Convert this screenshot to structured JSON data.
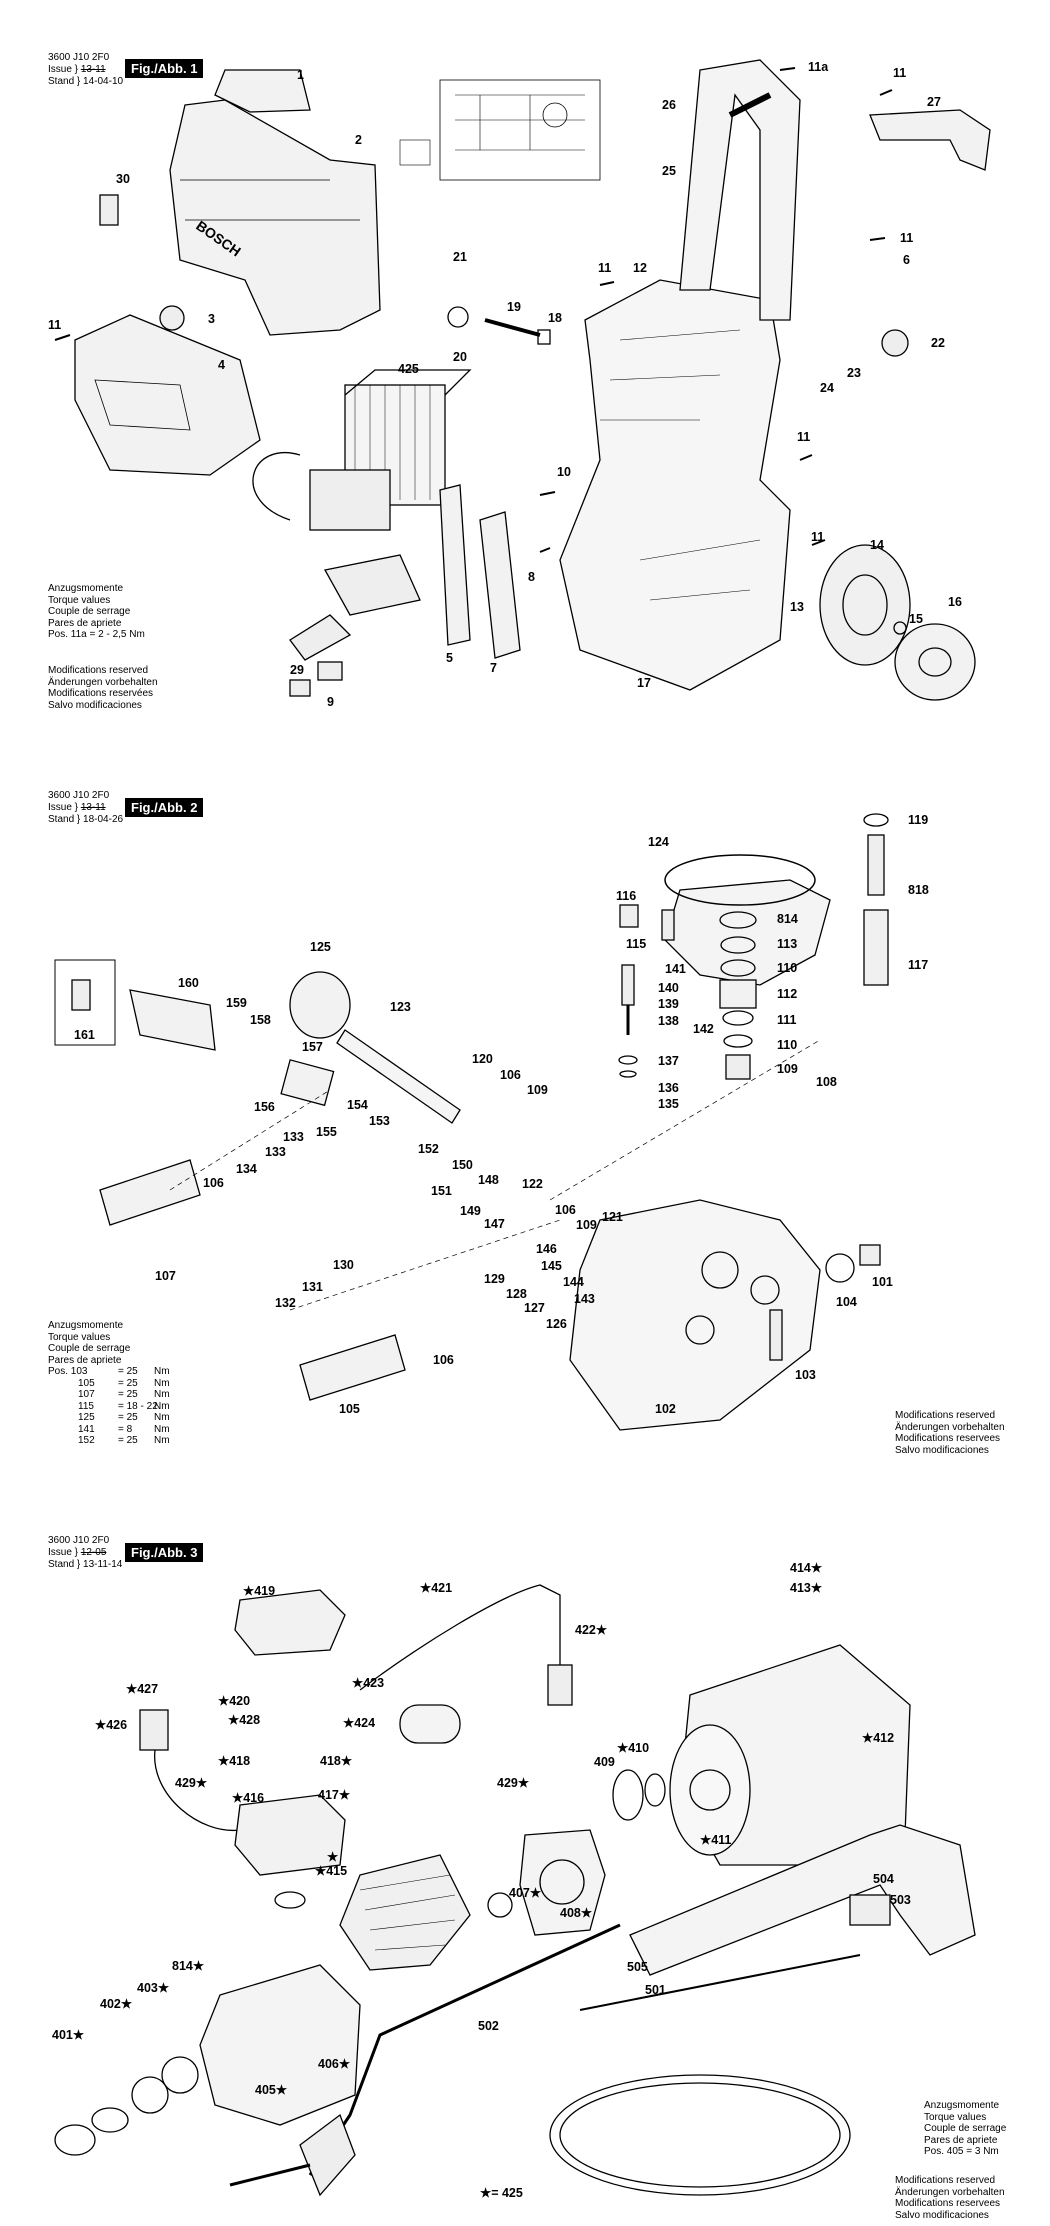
{
  "figure1": {
    "code": "3600 J10 2F0",
    "issue_label": "Issue",
    "issue_value": "13-11",
    "stand_label": "Stand",
    "stand_value": "14-04-10",
    "fig_label": "Fig./Abb. 1",
    "torque_lines": [
      "Anzugsmomente",
      "Torque values",
      "Couple de serrage",
      "Pares de apriete",
      "Pos. 11a = 2 - 2,5 Nm"
    ],
    "mod_lines": [
      "Modifications reserved",
      "Änderungen vorbehalten",
      "Modifications reservées",
      "Salvo modificaciones"
    ],
    "brand_mark": "BOSCH",
    "callouts": [
      "1",
      "2",
      "30",
      "3",
      "11",
      "4",
      "425",
      "21",
      "19",
      "18",
      "20",
      "11",
      "12",
      "11a",
      "11",
      "27",
      "26",
      "25",
      "11",
      "6",
      "22",
      "24",
      "23",
      "11",
      "10",
      "8",
      "5",
      "7",
      "11",
      "14",
      "13",
      "15",
      "16",
      "17",
      "29",
      "9"
    ]
  },
  "figure2": {
    "code": "3600 J10 2F0",
    "issue_label": "Issue",
    "issue_value": "13-11",
    "stand_label": "Stand",
    "stand_value": "18-04-26",
    "fig_label": "Fig./Abb. 2",
    "torque_header": [
      "Anzugsmomente",
      "Torque values",
      "Couple de serrage",
      "Pares de apriete"
    ],
    "torque_rows": [
      {
        "pos": "Pos. 103",
        "val": "= 25",
        "unit": "Nm"
      },
      {
        "pos": "105",
        "val": "= 25",
        "unit": "Nm"
      },
      {
        "pos": "107",
        "val": "= 25",
        "unit": "Nm"
      },
      {
        "pos": "115",
        "val": "= 18 - 22",
        "unit": "Nm"
      },
      {
        "pos": "125",
        "val": "= 25",
        "unit": "Nm"
      },
      {
        "pos": "141",
        "val": "= 8",
        "unit": "Nm"
      },
      {
        "pos": "152",
        "val": "= 25",
        "unit": "Nm"
      }
    ],
    "mod_lines": [
      "Modifications reserved",
      "Änderungen vorbehalten",
      "Modifications reservees",
      "Salvo modificaciones"
    ],
    "callouts": [
      "125",
      "160",
      "159",
      "158",
      "123",
      "161",
      "157",
      "120",
      "106",
      "109",
      "156",
      "154",
      "153",
      "155",
      "152",
      "150",
      "148",
      "151",
      "149",
      "147",
      "122",
      "106",
      "109",
      "121",
      "133",
      "133",
      "134",
      "106",
      "130",
      "146",
      "145",
      "144",
      "143",
      "107",
      "131",
      "132",
      "129",
      "128",
      "127",
      "126",
      "106",
      "105",
      "102",
      "103",
      "104",
      "101",
      "124",
      "116",
      "115",
      "141",
      "140",
      "139",
      "138",
      "142",
      "137",
      "136",
      "135",
      "119",
      "818",
      "117",
      "814",
      "113",
      "110",
      "112",
      "111",
      "110",
      "109",
      "108"
    ]
  },
  "figure3": {
    "code": "3600 J10 2F0",
    "issue_label": "Issue",
    "issue_value": "12-05",
    "stand_label": "Stand",
    "stand_value": "13-11-14",
    "fig_label": "Fig./Abb. 3",
    "torque_lines": [
      "Anzugsmomente",
      "Torque values",
      "Couple de serrage",
      "Pares de apriete",
      "Pos. 405 = 3 Nm"
    ],
    "mod_lines": [
      "Modifications reserved",
      "Änderungen vorbehalten",
      "Modifications reservees",
      "Salvo modificaciones"
    ],
    "legend": "★= 425",
    "callouts": [
      "★419",
      "★421",
      "422★",
      "★427",
      "★423",
      "★420",
      "★428",
      "★426",
      "★424",
      "★418",
      "418★",
      "429★",
      "★416",
      "417★",
      "429★",
      "★415",
      "★",
      "409",
      "★410",
      "414★",
      "413★",
      "★412",
      "★411",
      "407★",
      "408★",
      "814★",
      "403★",
      "402★",
      "401★",
      "405★",
      "406★",
      "502",
      "504",
      "503",
      "505",
      "501"
    ]
  }
}
